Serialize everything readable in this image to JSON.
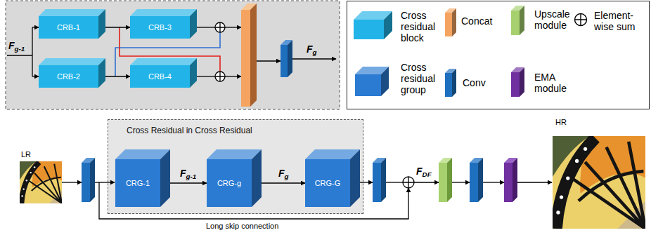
{
  "diagram": {
    "nodes": [
      {
        "text": [
          "CRB-1"
        ]
      },
      {
        "text": [
          "CRB-2"
        ]
      },
      {
        "text": [
          "CRB-3"
        ]
      },
      {
        "text": [
          "CRB-4"
        ]
      },
      {
        "text": [
          "Cross Residual in Cross Residual"
        ]
      },
      {
        "text": [
          "CRG-1"
        ],
        "in": 4
      },
      {
        "text": [
          "CRG-g"
        ],
        "in": 4
      },
      {
        "text": [
          "CRG-G"
        ],
        "in": 4
      }
    ],
    "edges": [
      {
        "from": 0,
        "to": 2,
        "arrow": "to"
      },
      {
        "from": 1,
        "to": 3,
        "arrow": "to"
      },
      {
        "from": 5,
        "to": 6,
        "label": "Fg-1",
        "arrow": "to"
      },
      {
        "from": 6,
        "to": 7,
        "label": "Fg",
        "arrow": "to"
      }
    ],
    "labels": [
      "Fg-1",
      "Fg",
      "FDF",
      "LR",
      "HR",
      "Long skip connection"
    ],
    "legend": [
      {
        "text": "Cross residual block",
        "color": "#22b4e8"
      },
      {
        "text": "Cross residual group",
        "color": "#2b7bd3"
      },
      {
        "text": "Concat",
        "color": "#f4a460"
      },
      {
        "text": "Conv",
        "color": "#1f6fbf"
      },
      {
        "text": "Upscale module",
        "color": "#a6d16e"
      },
      {
        "text": "EMA module",
        "color": "#7030a0"
      },
      {
        "text": "Element-wise sum"
      }
    ]
  }
}
